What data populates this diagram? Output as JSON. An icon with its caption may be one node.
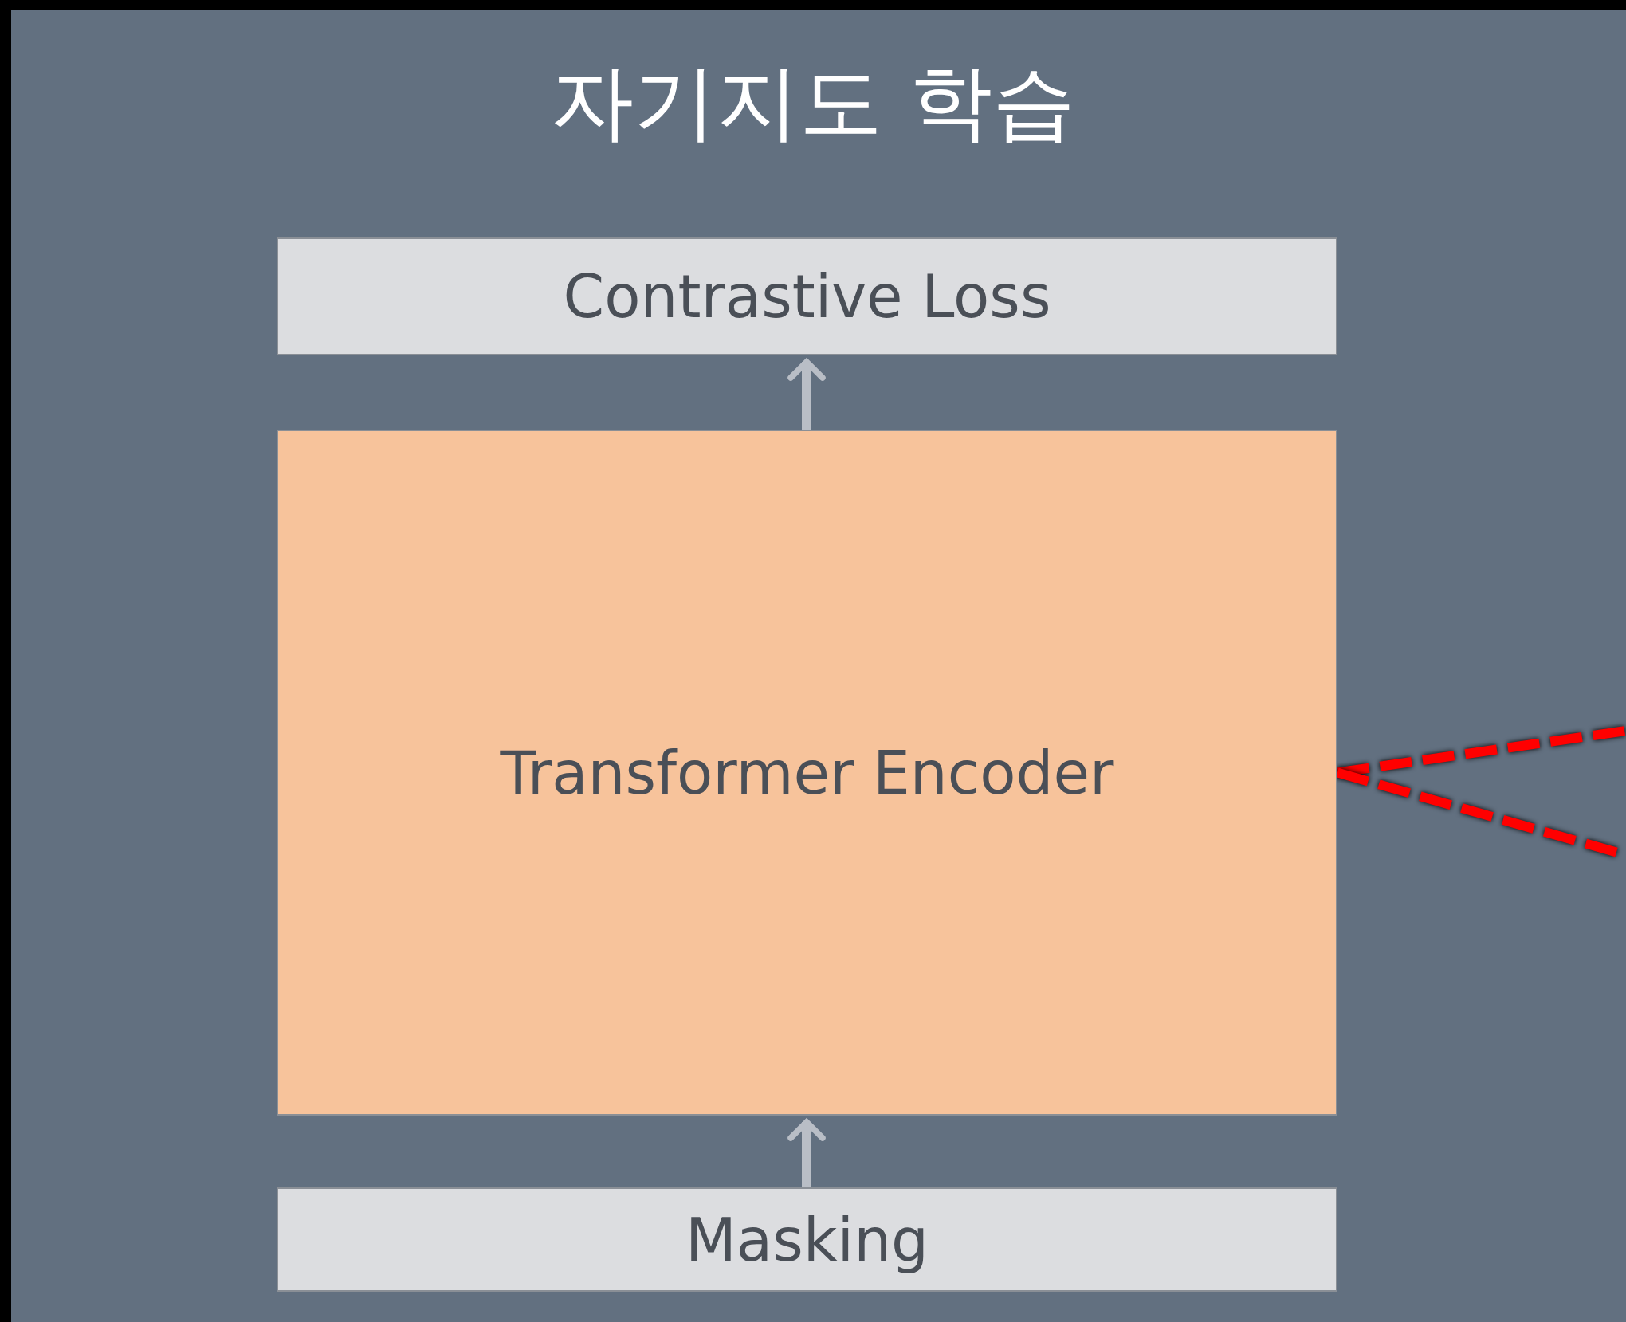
{
  "diagram": {
    "title": "자기지도 학습",
    "nodes": [
      {
        "text": [
          "Contrastive Loss"
        ]
      },
      {
        "text": [
          "Transformer Encoder"
        ]
      },
      {
        "text": [
          "Masking"
        ]
      }
    ],
    "edges": [
      {
        "from": 2,
        "to": 1,
        "arrow": "to"
      },
      {
        "from": 1,
        "to": 0,
        "arrow": "to"
      },
      {
        "from": 1,
        "to": null,
        "arrow": "none",
        "style": "dashed",
        "color": "#ff0000"
      },
      {
        "from": 1,
        "to": null,
        "arrow": "none",
        "style": "dashed",
        "color": "#ff0000"
      }
    ]
  }
}
